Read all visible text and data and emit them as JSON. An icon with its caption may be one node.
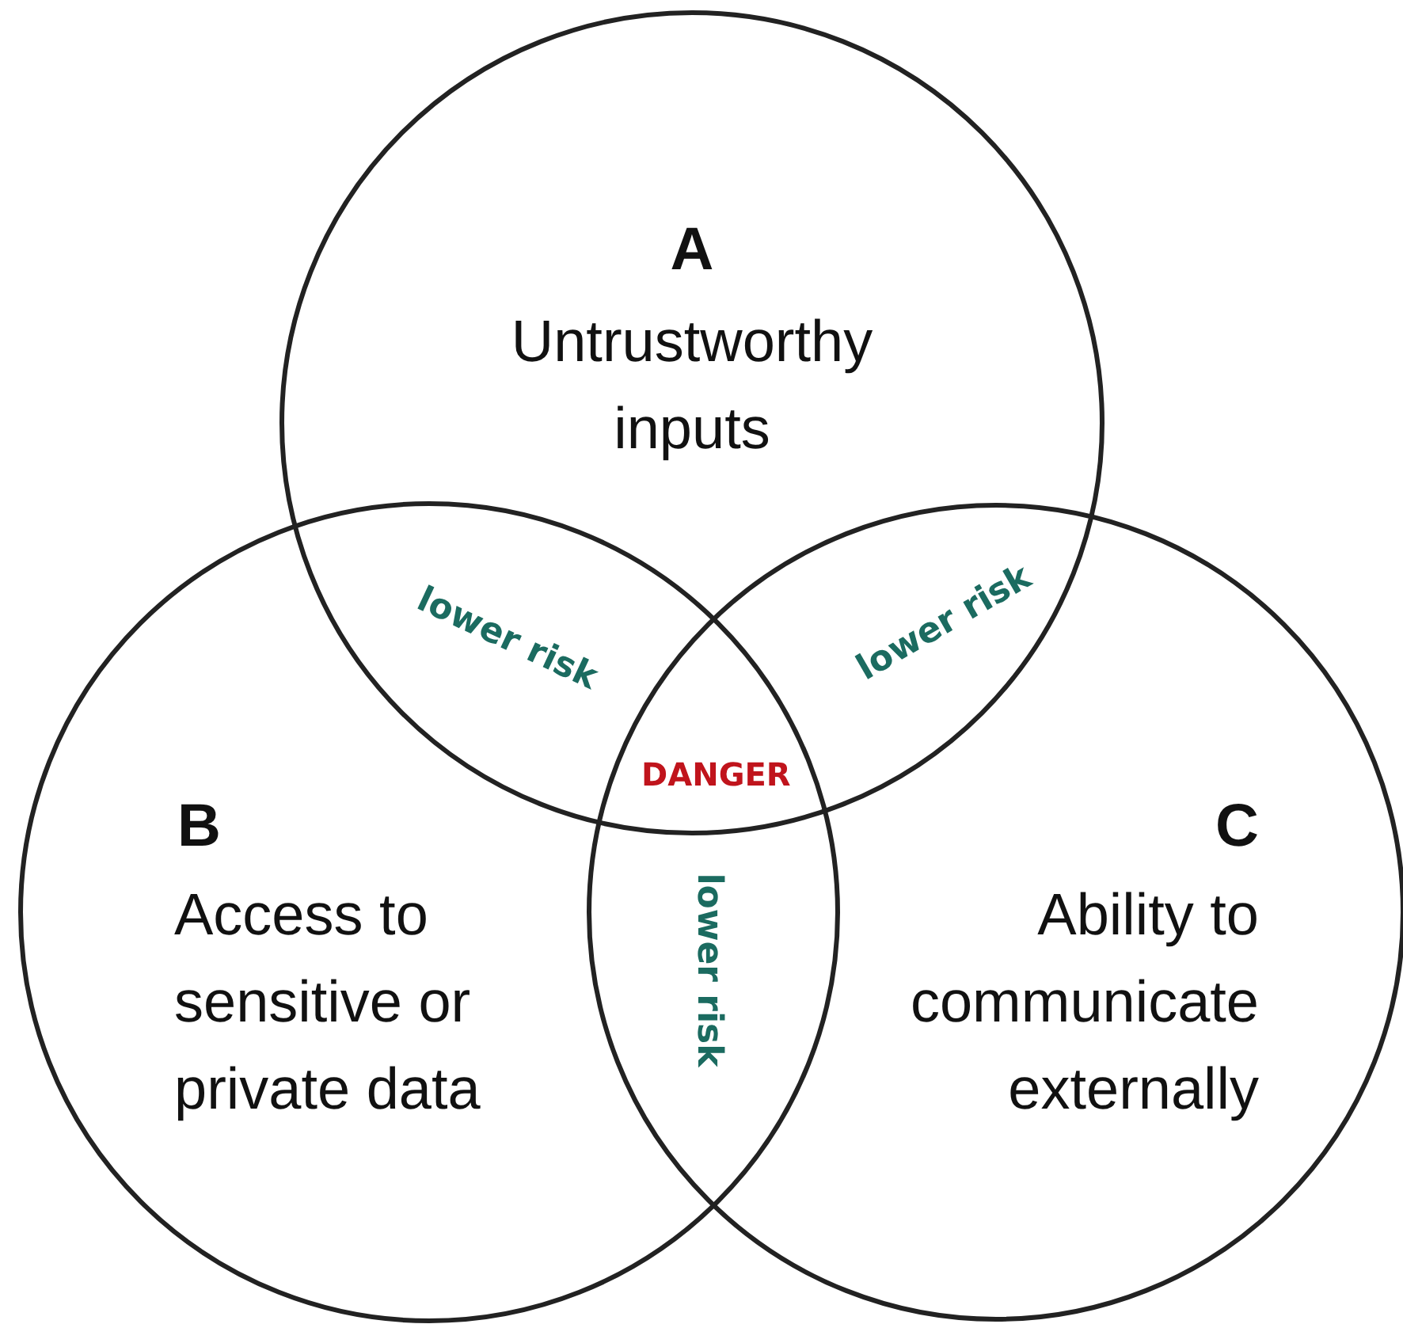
{
  "diagram": {
    "nodes": [
      {
        "text": [
          "A",
          "Untrustworthy inputs"
        ]
      },
      {
        "text": [
          "B",
          "Access to sensitive or private data"
        ]
      },
      {
        "text": [
          "C",
          "Ability to communicate externally"
        ]
      }
    ],
    "labels": [
      "lower risk",
      "lower risk",
      "DANGER",
      "lower risk"
    ]
  }
}
